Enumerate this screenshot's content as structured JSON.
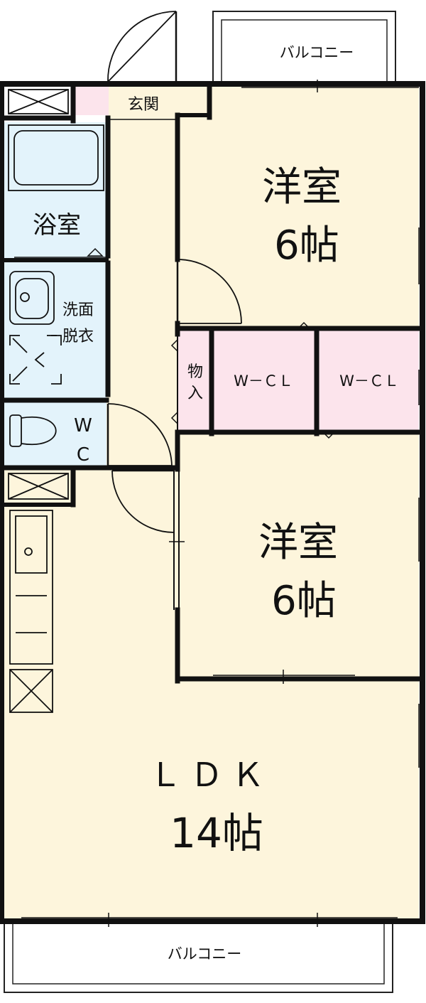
{
  "colors": {
    "floor_room": "#fdf5dc",
    "floor_wet": "#e3f3fb",
    "floor_closet": "#fce4ec",
    "wall": "#111111",
    "background": "#ffffff"
  },
  "balcony_top": {
    "label": "バルコニー"
  },
  "balcony_bottom": {
    "label": "バルコニー"
  },
  "entrance": {
    "label": "玄関"
  },
  "bathroom": {
    "label": "浴室"
  },
  "washroom": {
    "label_line1": "洗面",
    "label_line2": "脱衣"
  },
  "toilet": {
    "label_line1": "W",
    "label_line2": "C"
  },
  "storage": {
    "label_line1": "物",
    "label_line2": "入"
  },
  "bedroom_upper": {
    "label": "洋室",
    "size": "6帖"
  },
  "bedroom_lower": {
    "label": "洋室",
    "size": "6帖"
  },
  "closet_left": {
    "label": "W－ＣＬ"
  },
  "closet_right": {
    "label": "W－ＣＬ"
  },
  "ldk": {
    "label": "ＬＤＫ",
    "size": "14帖"
  }
}
